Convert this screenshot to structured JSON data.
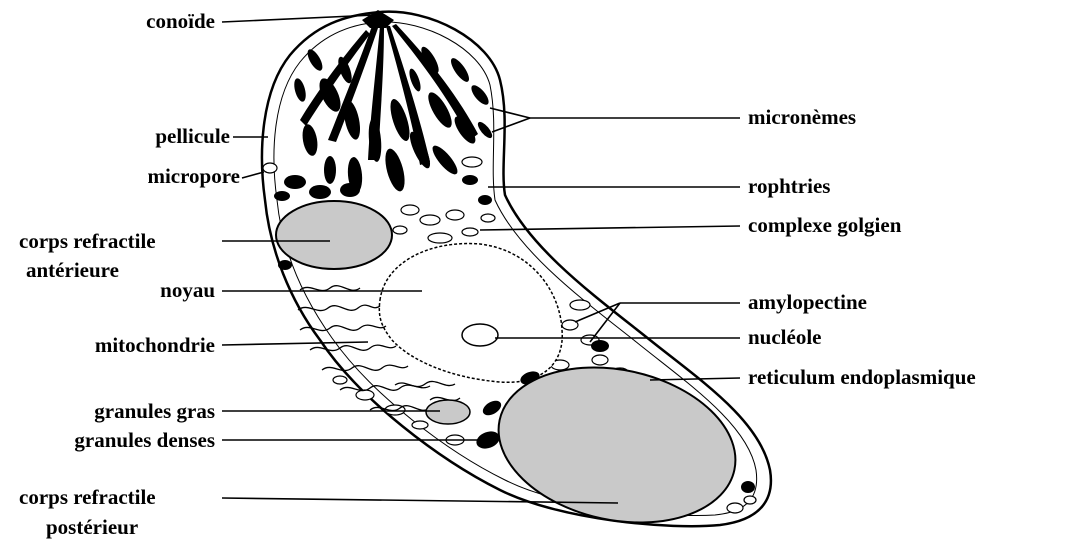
{
  "diagram": {
    "labels_left": {
      "conoide": "conoïde",
      "pellicule": "pellicule",
      "micropore": "micropore",
      "corps_refractile_anterieur_1": "corps refractile",
      "corps_refractile_anterieur_2": "antérieure",
      "noyau": "noyau",
      "mitochondrie": "mitochondrie",
      "granules_gras": "granules gras",
      "granules_denses": "granules denses",
      "corps_refractile_posterieur_1": "corps refractile",
      "corps_refractile_posterieur_2": "postérieur"
    },
    "labels_right": {
      "micronemes": "micronèmes",
      "rophtries": "rophtries",
      "complexe_golgien": "complexe golgien",
      "amylopectine": "amylopectine",
      "nucleole": "nucléole",
      "reticulum": "reticulum endoplasmique"
    },
    "colors": {
      "ink": "#000000",
      "refractile_fill": "#c9c9c9",
      "background": "#ffffff"
    }
  }
}
